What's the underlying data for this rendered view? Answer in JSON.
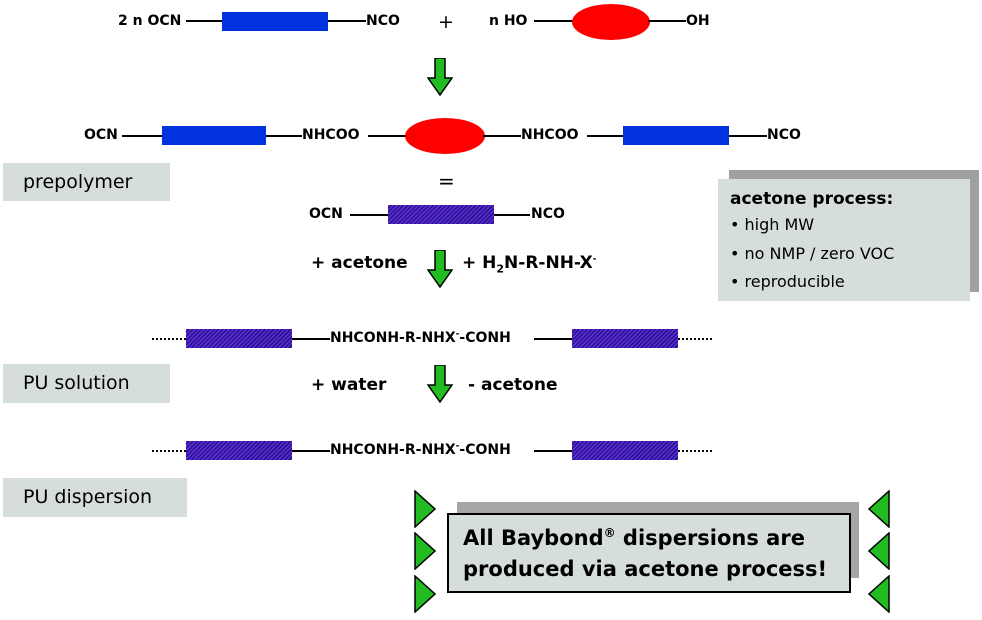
{
  "reaction": {
    "row1": {
      "left_prefix": "2 n OCN",
      "left_suffix": "NCO",
      "plus": "+",
      "right_prefix": "n HO",
      "right_suffix": "OH"
    },
    "row2": {
      "ocn": "OCN",
      "nhcoo_1": "NHCOO",
      "nhcoo_2": "NHCOO",
      "nco": "NCO"
    },
    "equals": "=",
    "row3": {
      "ocn": "OCN",
      "nco": "NCO"
    },
    "step1": {
      "left": "+ acetone",
      "right_pre": "+ H",
      "right_sub": "2",
      "right_mid": "N-R-NH-X",
      "right_sup": "-"
    },
    "chain_a": {
      "link_pre": "NHCONH-R-NHX",
      "link_sup": "-",
      "link_post": "-CONH"
    },
    "step2": {
      "left": "+ water",
      "right": "- acetone"
    },
    "chain_b": {
      "link_pre": "NHCONH-R-NHX",
      "link_sup": "-",
      "link_post": "-CONH"
    }
  },
  "labels": {
    "prepolymer": "prepolymer",
    "pu_solution": "PU solution",
    "pu_dispersion": "PU dispersion"
  },
  "acetone_process": {
    "title": "acetone process:",
    "bullets": [
      "• high MW",
      "• no NMP / zero VOC",
      "• reproducible"
    ]
  },
  "note": {
    "line1_pre": "All Baybond",
    "line1_sup": "®",
    "line1_post": " dispersions are",
    "line2": "produced via acetone process!"
  },
  "colors": {
    "blue_segment": "#0033dd",
    "red_segment": "#ff0000",
    "hatched_segment": "#3d1da8",
    "arrow_green": "#22bb22",
    "box_gray": "#d6dedd"
  }
}
